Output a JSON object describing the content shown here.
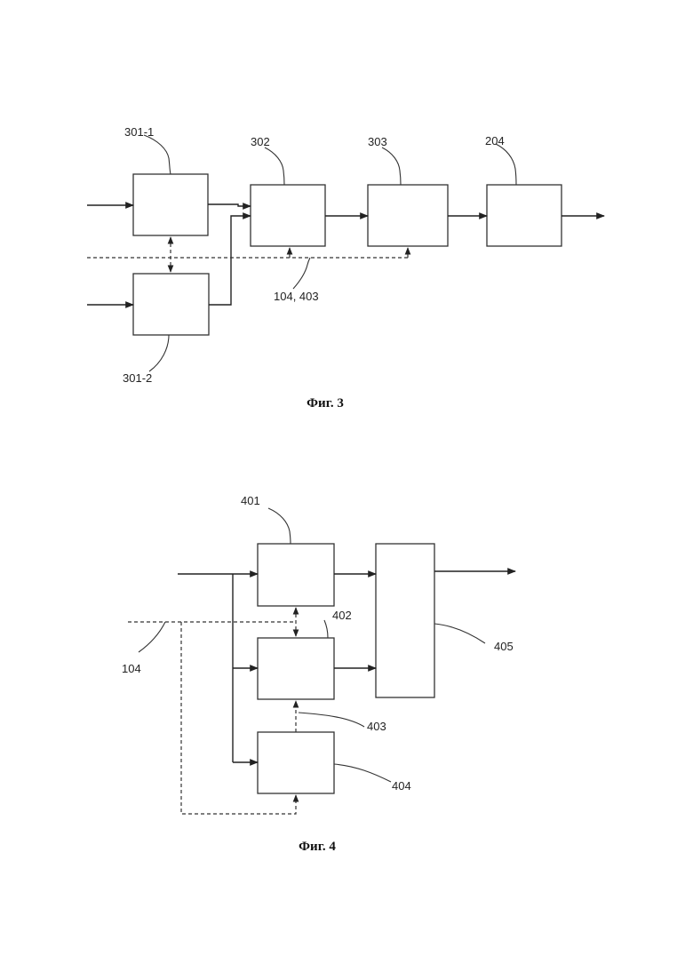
{
  "fig3": {
    "caption": "Фиг. 3",
    "labels": {
      "b301_1": "301-1",
      "b301_2": "301-2",
      "b302": "302",
      "b303": "303",
      "b204": "204",
      "signal": "104, 403"
    }
  },
  "fig4": {
    "caption": "Фиг. 4",
    "labels": {
      "b401": "401",
      "b402": "402",
      "b403": "403",
      "b404": "404",
      "b405": "405",
      "signal": "104"
    }
  }
}
